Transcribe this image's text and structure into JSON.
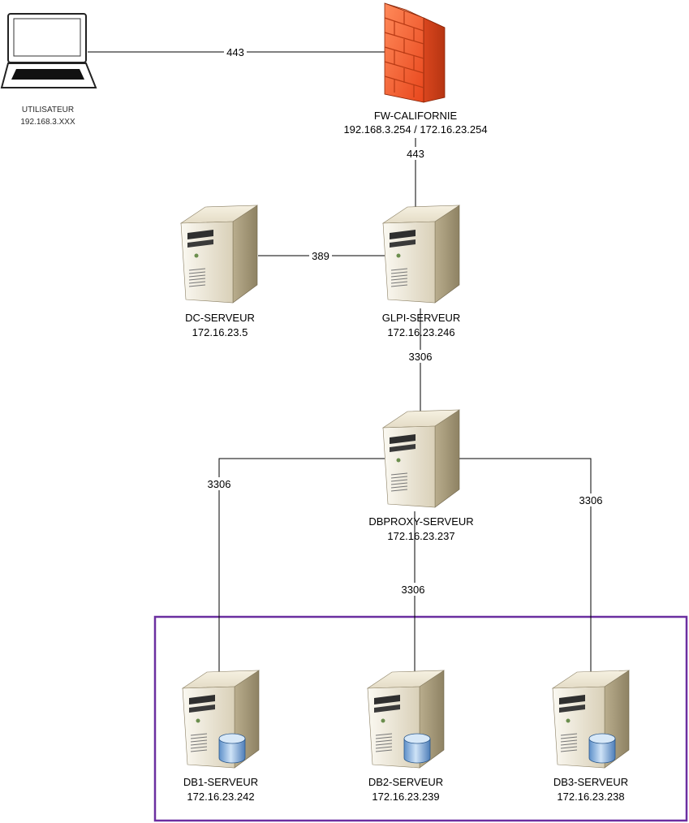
{
  "nodes": {
    "user": {
      "name": "UTILISATEUR",
      "ip": "192.168.3.XXX"
    },
    "firewall": {
      "name": "FW-CALIFORNIE",
      "ip": "192.168.3.254 / 172.16.23.254"
    },
    "dc": {
      "name": "DC-SERVEUR",
      "ip": "172.16.23.5"
    },
    "glpi": {
      "name": "GLPI-SERVEUR",
      "ip": "172.16.23.246"
    },
    "dbproxy": {
      "name": "DBPROXY-SERVEUR",
      "ip": "172.16.23.237"
    },
    "db1": {
      "name": "DB1-SERVEUR",
      "ip": "172.16.23.242"
    },
    "db2": {
      "name": "DB2-SERVEUR",
      "ip": "172.16.23.239"
    },
    "db3": {
      "name": "DB3-SERVEUR",
      "ip": "172.16.23.238"
    }
  },
  "links": {
    "user_fw": "443",
    "fw_glpi": "443",
    "dc_glpi": "389",
    "glpi_dbproxy": "3306",
    "dbproxy_db1": "3306",
    "dbproxy_db2": "3306",
    "dbproxy_db3": "3306"
  },
  "colors": {
    "db_group_border": "#6b2fa0",
    "firewall": "#f04a1c",
    "server_body": "#e8e0cc"
  }
}
